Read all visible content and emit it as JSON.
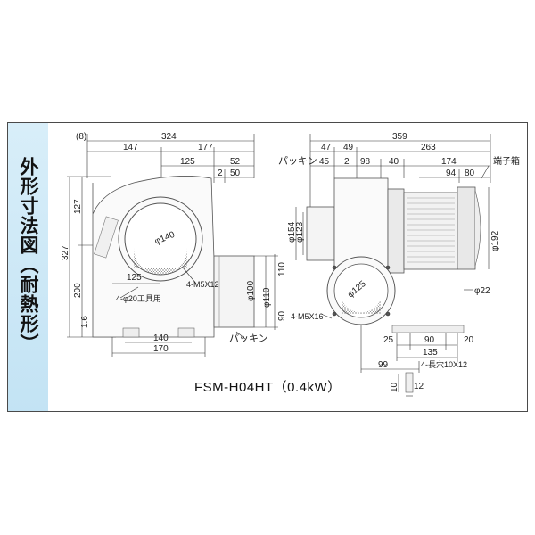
{
  "side_title": "外形寸法図（耐熱形）",
  "model_label": "FSM-H04HT（0.4kW）",
  "front_view": {
    "dim_top_row": [
      "(8)",
      "324"
    ],
    "dim_row2": [
      "147",
      "177"
    ],
    "dim_row3": [
      "125",
      "52"
    ],
    "dim_row4": [
      "2",
      "50"
    ],
    "left_dims": [
      "127",
      "327",
      "200",
      "1.6"
    ],
    "right_dims": [
      "110",
      "90"
    ],
    "inlet_dia": "φ140",
    "outlet_dias": [
      "φ100",
      "φ110"
    ],
    "dim_125": "125",
    "bolt_note": "4-M5X12",
    "hole_note": "4-φ20工具用",
    "bottom_dims": [
      "140",
      "170"
    ],
    "gasket_label": "パッキン"
  },
  "side_view": {
    "dim_top": "359",
    "dim_row2": [
      "47",
      "49",
      "263"
    ],
    "dim_row3": [
      "45",
      "2",
      "98",
      "40",
      "174"
    ],
    "dim_row4": [
      "94",
      "80"
    ],
    "gasket_label": "パッキン",
    "terminal_box_label": "端子箱",
    "inlet_dias": [
      "φ154",
      "φ123"
    ],
    "motor_dia": "φ192",
    "flange_dia": "φ125",
    "foot_hole_dia": "φ22",
    "bolt_note": "4-M5X16",
    "bottom_row1": [
      "25",
      "90",
      "20"
    ],
    "bottom_row2": [
      "135"
    ],
    "bottom_row3": [
      "99",
      "4-長穴10X12"
    ],
    "slot_dims": [
      "10",
      "12"
    ]
  }
}
